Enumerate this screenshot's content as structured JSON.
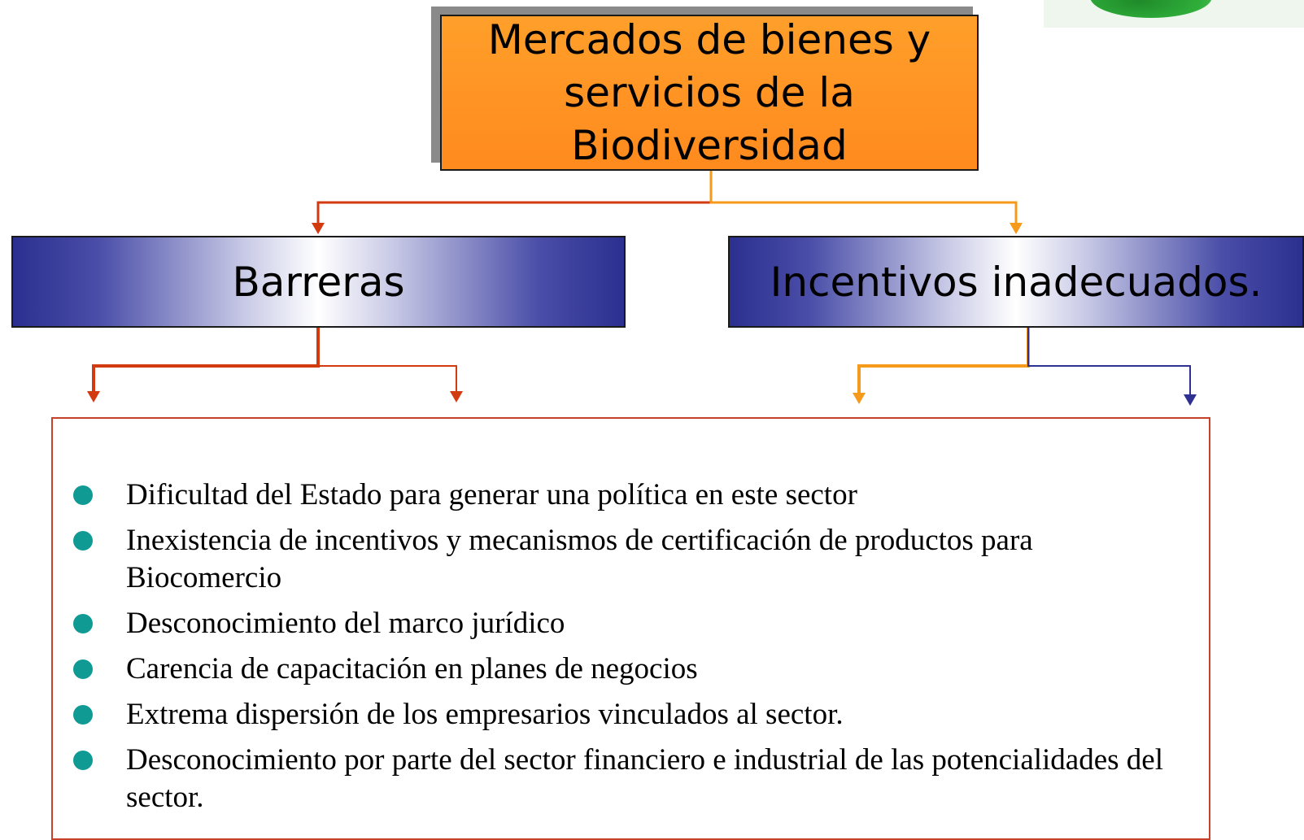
{
  "root": {
    "label": "Mercados de bienes y\nservicios de la\nBiodiversidad",
    "fill_color": "#ff9a26"
  },
  "nodes": {
    "left_label": "Barreras",
    "right_label": "Incentivos inadecuados."
  },
  "bullets": [
    "Dificultad del Estado para generar una política en este sector",
    "Inexistencia de incentivos y mecanismos de certificación de productos para Biocomercio",
    "Desconocimiento del marco jurídico",
    "Carencia de capacitación en planes de negocios",
    "Extrema dispersión de los empresarios vinculados al sector.",
    "Desconocimiento por parte del sector financiero e industrial de las potencialidades del sector."
  ],
  "colors": {
    "red_connector": "#d23a10",
    "orange_connector": "#f59a1a",
    "blue_connector": "#2e3192",
    "bullet": "#0f9a94",
    "box_border": "#c9402a"
  }
}
